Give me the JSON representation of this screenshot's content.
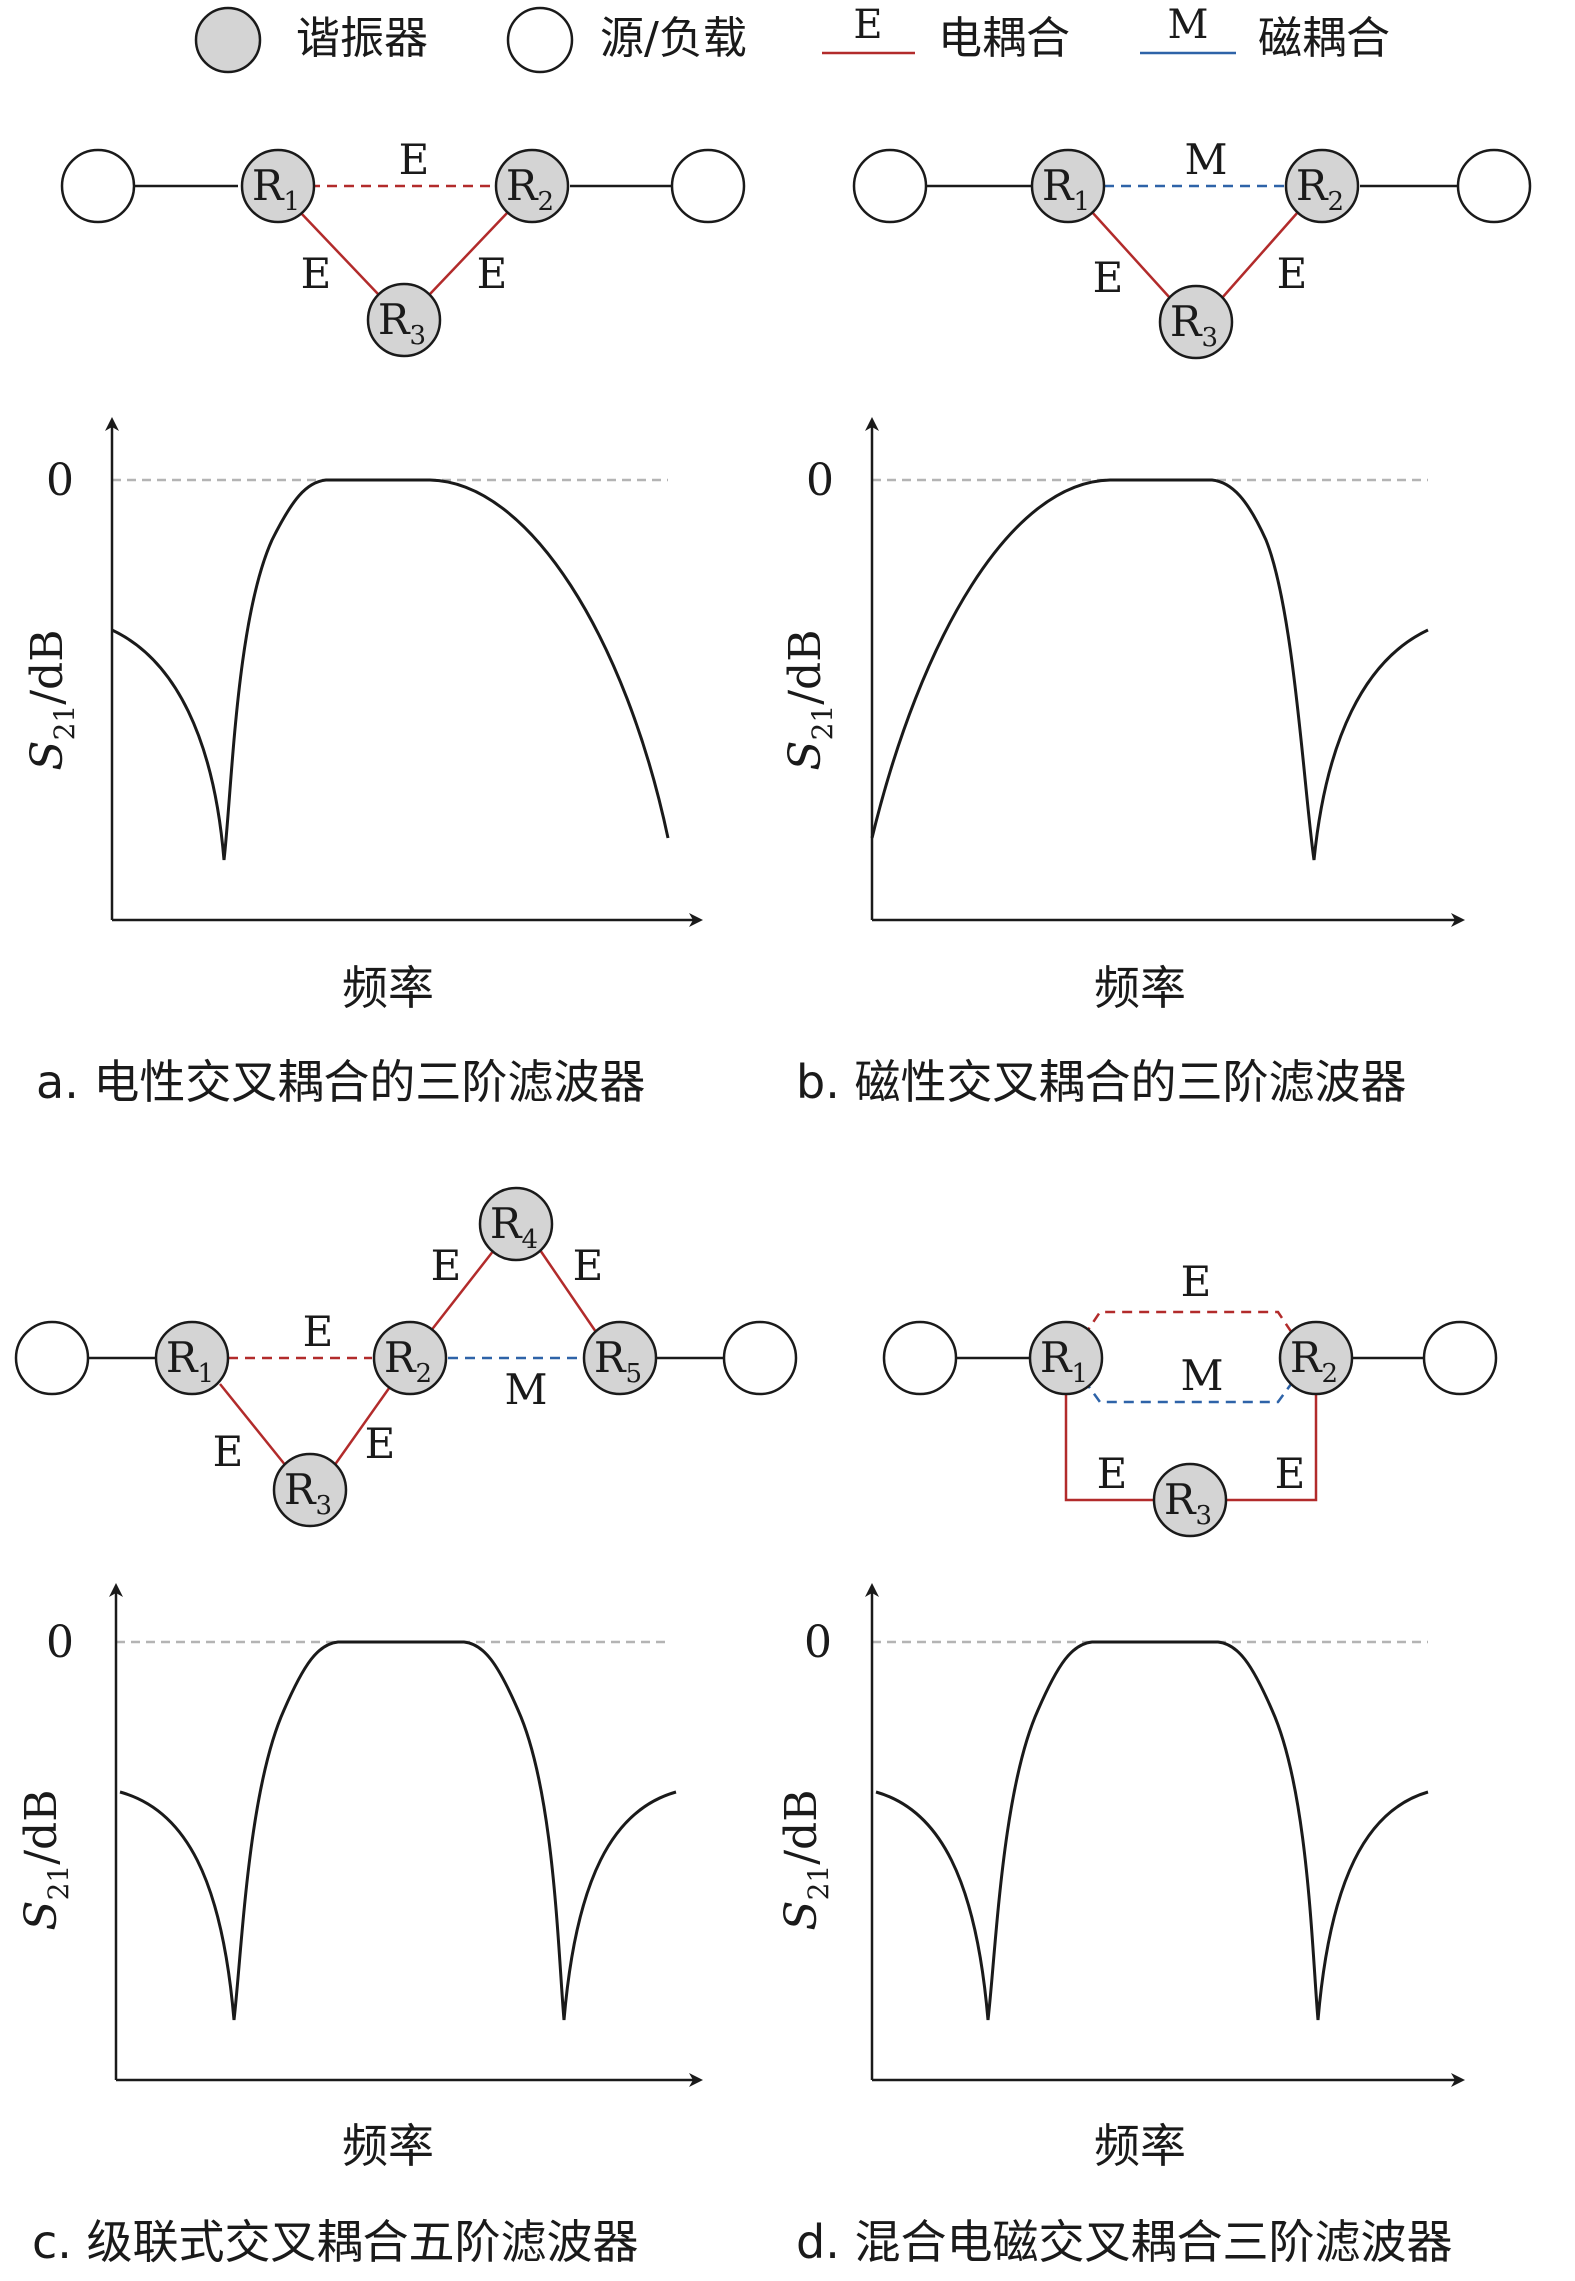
{
  "legend": {
    "resonator": "谐振器",
    "source_load": "源/负载",
    "electric_symbol": "E",
    "electric": "电耦合",
    "magnetic_symbol": "M",
    "magnetic": "磁耦合"
  },
  "colors": {
    "electric": "#b22b2b",
    "magnetic": "#2e63a8",
    "resonator_fill": "#d4d4d4",
    "zero_line": "#b4b4b4"
  },
  "axes": {
    "ylabel_base": "S",
    "ylabel_sub": "21",
    "ylabel_rest": "/dB",
    "xlabel": "频率",
    "zero_tick": "0"
  },
  "panels": [
    {
      "id": "a",
      "caption": "a. 电性交叉耦合的三阶滤波器",
      "nodes": [
        {
          "kind": "port"
        },
        {
          "kind": "res",
          "label": "R",
          "sub": "1"
        },
        {
          "kind": "res",
          "label": "R",
          "sub": "2"
        },
        {
          "kind": "res",
          "label": "R",
          "sub": "3"
        },
        {
          "kind": "port"
        }
      ],
      "edges": [
        {
          "from": 0,
          "to": 1,
          "type": "solid",
          "label": ""
        },
        {
          "from": 1,
          "to": 2,
          "type": "electric",
          "dashed": true,
          "label": "E"
        },
        {
          "from": 1,
          "to": 3,
          "type": "electric",
          "dashed": false,
          "label": "E"
        },
        {
          "from": 3,
          "to": 2,
          "type": "electric",
          "dashed": false,
          "label": "E"
        },
        {
          "from": 2,
          "to": 4,
          "type": "solid",
          "label": ""
        }
      ]
    },
    {
      "id": "b",
      "caption": "b. 磁性交叉耦合的三阶滤波器",
      "nodes": [
        {
          "kind": "port"
        },
        {
          "kind": "res",
          "label": "R",
          "sub": "1"
        },
        {
          "kind": "res",
          "label": "R",
          "sub": "2"
        },
        {
          "kind": "res",
          "label": "R",
          "sub": "3"
        },
        {
          "kind": "port"
        }
      ],
      "edges": [
        {
          "from": 0,
          "to": 1,
          "type": "solid",
          "label": ""
        },
        {
          "from": 1,
          "to": 2,
          "type": "magnetic",
          "dashed": true,
          "label": "M"
        },
        {
          "from": 1,
          "to": 3,
          "type": "electric",
          "dashed": false,
          "label": "E"
        },
        {
          "from": 3,
          "to": 2,
          "type": "electric",
          "dashed": false,
          "label": "E"
        },
        {
          "from": 2,
          "to": 4,
          "type": "solid",
          "label": ""
        }
      ]
    },
    {
      "id": "c",
      "caption": "c. 级联式交叉耦合五阶滤波器",
      "nodes": [
        {
          "kind": "port"
        },
        {
          "kind": "res",
          "label": "R",
          "sub": "1"
        },
        {
          "kind": "res",
          "label": "R",
          "sub": "2"
        },
        {
          "kind": "res",
          "label": "R",
          "sub": "3"
        },
        {
          "kind": "res",
          "label": "R",
          "sub": "4"
        },
        {
          "kind": "res",
          "label": "R",
          "sub": "5"
        },
        {
          "kind": "port"
        }
      ],
      "edges": [
        {
          "from": 0,
          "to": 1,
          "type": "solid",
          "label": ""
        },
        {
          "from": 1,
          "to": 2,
          "type": "electric",
          "dashed": true,
          "label": "E"
        },
        {
          "from": 1,
          "to": 3,
          "type": "electric",
          "dashed": false,
          "label": "E"
        },
        {
          "from": 3,
          "to": 2,
          "type": "electric",
          "dashed": false,
          "label": "E"
        },
        {
          "from": 2,
          "to": 4,
          "type": "electric",
          "dashed": false,
          "label": "E"
        },
        {
          "from": 4,
          "to": 5,
          "type": "electric",
          "dashed": false,
          "label": "E"
        },
        {
          "from": 2,
          "to": 5,
          "type": "magnetic",
          "dashed": true,
          "label": "M"
        },
        {
          "from": 5,
          "to": 6,
          "type": "solid",
          "label": ""
        }
      ]
    },
    {
      "id": "d",
      "caption": "d. 混合电磁交叉耦合三阶滤波器",
      "nodes": [
        {
          "kind": "port"
        },
        {
          "kind": "res",
          "label": "R",
          "sub": "1"
        },
        {
          "kind": "res",
          "label": "R",
          "sub": "2"
        },
        {
          "kind": "res",
          "label": "R",
          "sub": "3"
        },
        {
          "kind": "port"
        }
      ],
      "edges": [
        {
          "from": 0,
          "to": 1,
          "type": "solid",
          "label": ""
        },
        {
          "from": 1,
          "to": 2,
          "type": "electric",
          "dashed": true,
          "label": "E"
        },
        {
          "from": 1,
          "to": 2,
          "type": "magnetic",
          "dashed": true,
          "label": "M"
        },
        {
          "from": 1,
          "to": 3,
          "type": "electric",
          "dashed": false,
          "label": "E"
        },
        {
          "from": 3,
          "to": 2,
          "type": "electric",
          "dashed": false,
          "label": "E"
        },
        {
          "from": 2,
          "to": 4,
          "type": "solid",
          "label": ""
        }
      ]
    }
  ]
}
